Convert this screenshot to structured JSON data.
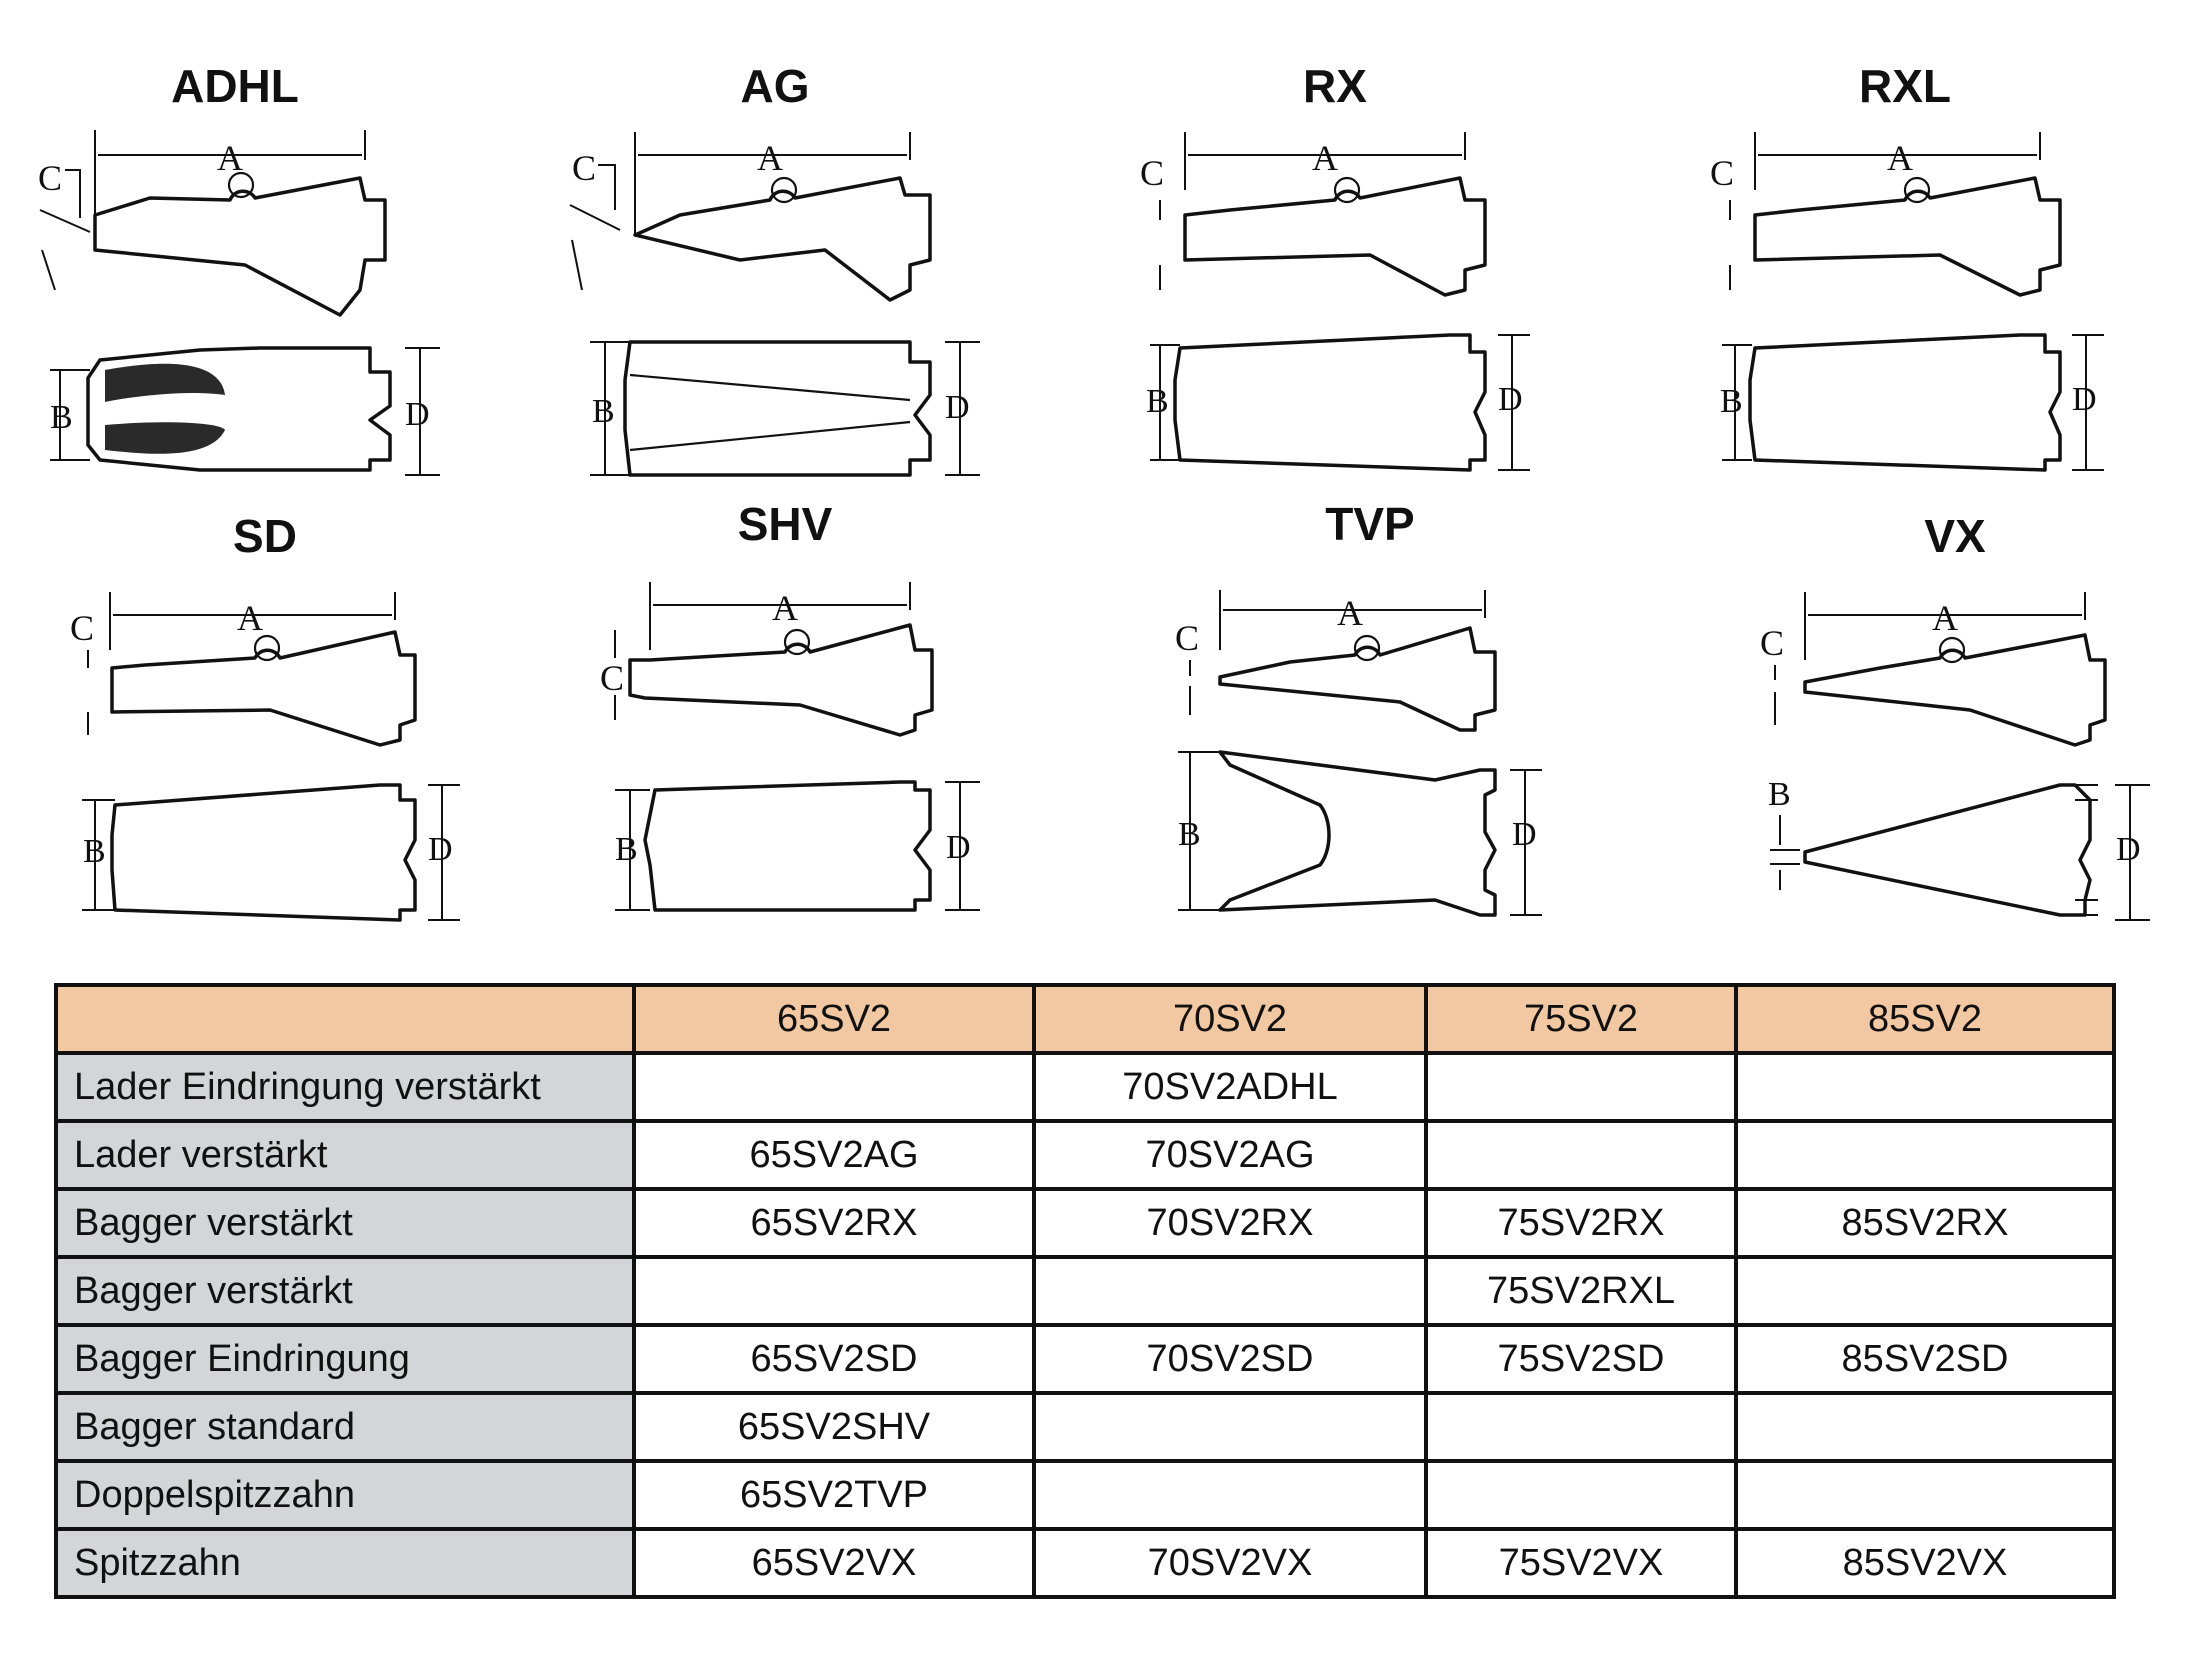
{
  "diagrams": [
    {
      "title": "ADHL",
      "dims": [
        "A",
        "B",
        "C",
        "D"
      ]
    },
    {
      "title": "AG",
      "dims": [
        "A",
        "B",
        "C",
        "D"
      ]
    },
    {
      "title": "RX",
      "dims": [
        "A",
        "B",
        "C",
        "D"
      ]
    },
    {
      "title": "RXL",
      "dims": [
        "A",
        "B",
        "C",
        "D"
      ]
    },
    {
      "title": "SD",
      "dims": [
        "A",
        "B",
        "C",
        "D"
      ]
    },
    {
      "title": "SHV",
      "dims": [
        "A",
        "B",
        "C",
        "D"
      ]
    },
    {
      "title": "TVP",
      "dims": [
        "A",
        "B",
        "C",
        "D"
      ]
    },
    {
      "title": "VX",
      "dims": [
        "A",
        "B",
        "C",
        "D"
      ]
    }
  ],
  "table": {
    "header": [
      "",
      "65SV2",
      "70SV2",
      "75SV2",
      "85SV2"
    ],
    "rows": [
      {
        "label": "Lader Eindringung verstärkt",
        "cells": [
          "",
          "70SV2ADHL",
          "",
          ""
        ]
      },
      {
        "label": "Lader verstärkt",
        "cells": [
          "65SV2AG",
          "70SV2AG",
          "",
          ""
        ]
      },
      {
        "label": "Bagger verstärkt",
        "cells": [
          "65SV2RX",
          "70SV2RX",
          "75SV2RX",
          "85SV2RX"
        ]
      },
      {
        "label": "Bagger verstärkt",
        "cells": [
          "",
          "",
          "75SV2RXL",
          ""
        ]
      },
      {
        "label": "Bagger Eindringung",
        "cells": [
          "65SV2SD",
          "70SV2SD",
          "75SV2SD",
          "85SV2SD"
        ]
      },
      {
        "label": "Bagger standard",
        "cells": [
          "65SV2SHV",
          "",
          "",
          " "
        ]
      },
      {
        "label": "Doppelspitzzahn",
        "cells": [
          "65SV2TVP",
          "",
          "",
          ""
        ]
      },
      {
        "label": "Spitzzahn",
        "cells": [
          "65SV2VX",
          "70SV2VX",
          "75SV2VX",
          "85SV2VX"
        ]
      }
    ]
  }
}
